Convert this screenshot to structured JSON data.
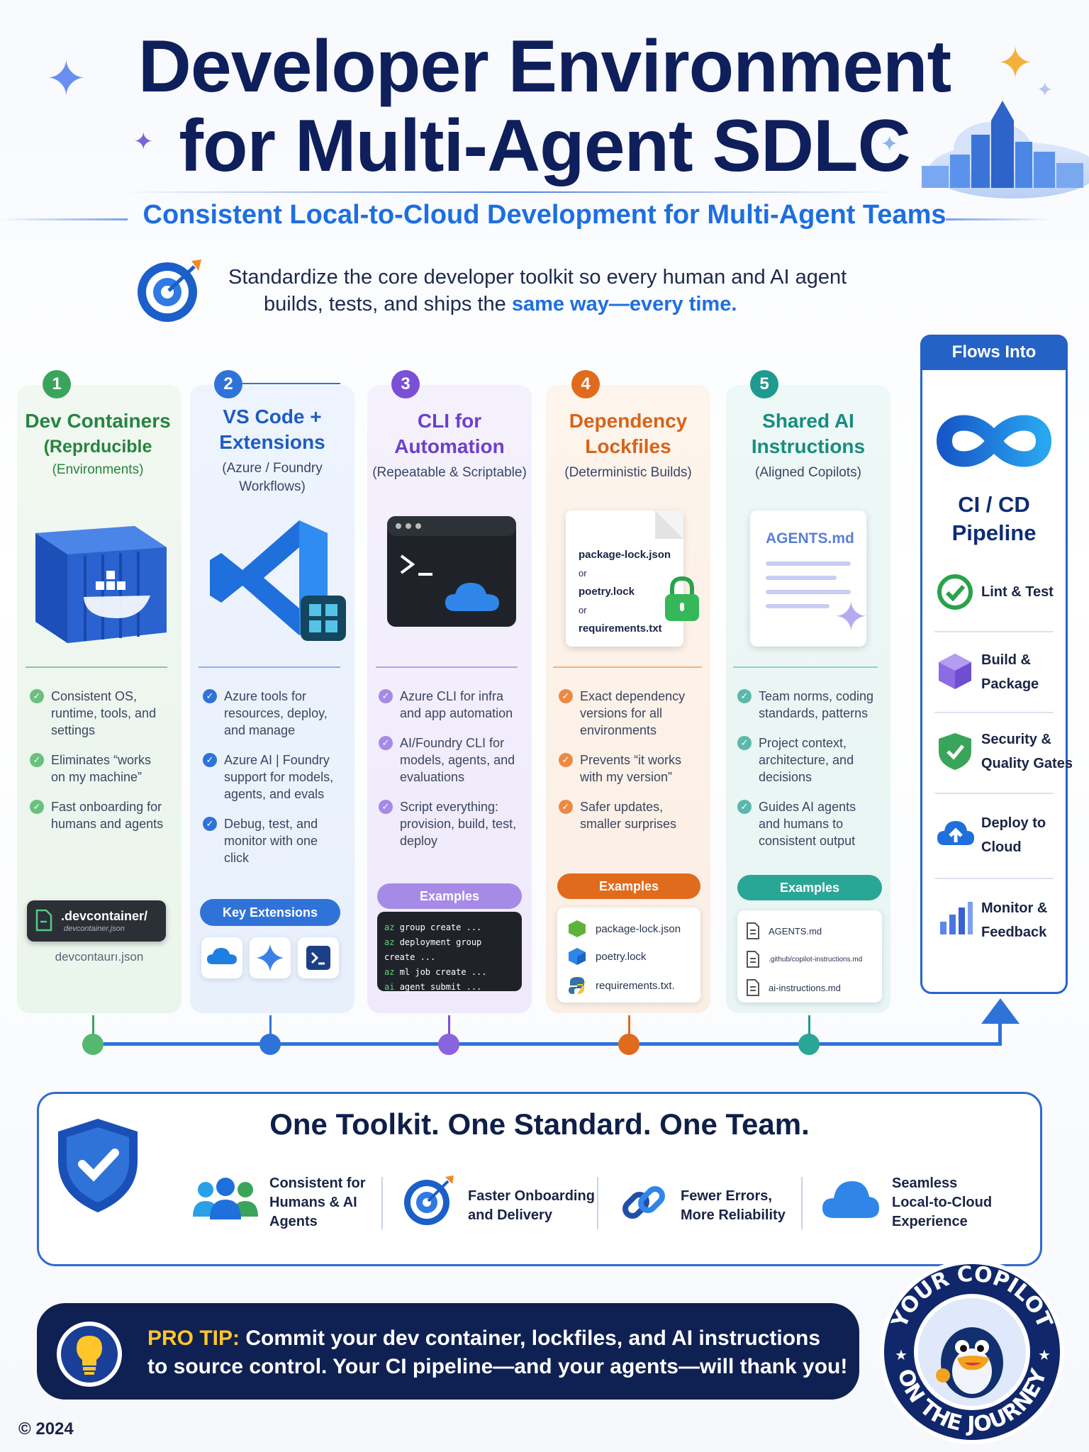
{
  "header": {
    "title_line1": "Developer Environment",
    "title_line2": "for Multi-Agent SDLC",
    "subtitle": "Consistent Local-to-Cloud Development for Multi-Agent Teams",
    "intro_line1": "Standardize the core developer toolkit so every human and AI agent",
    "intro_line2_plain": "builds, tests, and ships the ",
    "intro_line2_highlight": "same way—every time."
  },
  "columns": [
    {
      "number": "1",
      "title_line1": "Dev Containers",
      "title_line2": "(Reprducible",
      "sub": "(Environments)",
      "bullets": [
        "Consistent OS, runtime, tools, and settings",
        "Eliminates “works on my machine”",
        "Fast onboarding for humans and agents"
      ],
      "file_label": ".devcontainer/",
      "file_sub": "devcontainer.json",
      "file_caption": "devcontaurı.json"
    },
    {
      "number": "2",
      "title_line1": "VS Code +",
      "title_line2": "Extensions",
      "sub": "(Azure / Foundry Workflows)",
      "bullets": [
        "Azure tools for resources, deploy, and manage",
        "Azure AI | Foundry support for models, agents, and evals",
        "Debug, test, and monitor with one click"
      ],
      "pill": "Key Extensions"
    },
    {
      "number": "3",
      "title_line1": "CLI for",
      "title_line2": "Automation",
      "sub": "(Repeatable & Scriptable)",
      "bullets": [
        "Azure CLI for infra and app automation",
        "AI/Foundry CLI for models, agents, and evaluations",
        "Script everything: provision, build, test, deploy"
      ],
      "pill": "Examples",
      "commands": [
        {
          "cmd": "az",
          "rest": "group create ..."
        },
        {
          "cmd": "az",
          "rest": "deployment group create ..."
        },
        {
          "cmd": "az",
          "rest": "ml job create ..."
        },
        {
          "cmd": "ai",
          "rest": "agent submit ..."
        }
      ]
    },
    {
      "number": "4",
      "title_line1": "Dependency",
      "title_line2": "Lockfiles",
      "sub": "(Deterministic Builds)",
      "doc_lines": [
        "package-lock.json",
        "or",
        "poetry.lock",
        "or",
        "requirements.txt"
      ],
      "bullets": [
        "Exact dependency versions for all environments",
        "Prevents “it works with my version”",
        "Safer updates, smaller surprises"
      ],
      "pill": "Examples",
      "examples": [
        "package-lock.json",
        "poetry.lock",
        "requirements.txt."
      ]
    },
    {
      "number": "5",
      "title_line1": "Shared AI",
      "title_line2": "Instructions",
      "sub": "(Aligned Copilots)",
      "doc_title": "AGENTS.md",
      "bullets": [
        "Team norms, coding standards, patterns",
        "Project context, architecture, and decisions",
        "Guides AI agents and humans to consistent output"
      ],
      "pill": "Examples",
      "examples": [
        "AGENTS.md",
        ".github/copilot-instructions.md",
        "ai-instructions.md"
      ]
    }
  ],
  "pipeline": {
    "header": "Flows Into",
    "title_line1": "CI / CD",
    "title_line2": "Pipeline",
    "stages": [
      {
        "line1": "Lint & Test",
        "line2": ""
      },
      {
        "line1": "Build &",
        "line2": "Package"
      },
      {
        "line1": "Security &",
        "line2": "Quality Gates"
      },
      {
        "line1": "Deploy to",
        "line2": "Cloud"
      },
      {
        "line1": "Monitor &",
        "line2": "Feedback"
      }
    ]
  },
  "summary": {
    "title": "One Toolkit. One Standard. One Team.",
    "benefits": [
      {
        "line1": "Consistent for",
        "line2": "Humans & AI",
        "line3": "Agents"
      },
      {
        "line1": "Faster Onboarding",
        "line2": "and Delivery",
        "line3": ""
      },
      {
        "line1": "Fewer Errors,",
        "line2": "More Reliability",
        "line3": ""
      },
      {
        "line1": "Seamless",
        "line2": "Local-to-Cloud",
        "line3": "Experience"
      }
    ]
  },
  "tip": {
    "label": "PRO TIP:",
    "line1_rest": " Commit your dev container, lockfiles, and AI instructions",
    "line2": "to source control. Your CI pipeline—and your agents—will thank you!"
  },
  "badge": {
    "top_text": "YOUR COPILOT",
    "bottom_text": "ON THE JOURNEY"
  },
  "footer": {
    "copyright": "© 2024"
  },
  "colors": {
    "col1": "#3aa55a",
    "col2": "#2f73d9",
    "col3": "#7b4fd6",
    "col4": "#e06b1c",
    "col5": "#1e9b8e",
    "navy": "#0f2152",
    "accent": "#1d6fe0"
  },
  "icons": [
    "sparkle-icon",
    "target-icon",
    "docker-icon",
    "vscode-icon",
    "terminal-icon",
    "cloud-icon",
    "lock-icon",
    "document-icon",
    "infinity-icon",
    "check-icon",
    "cube-icon",
    "shield-icon",
    "cloud-upload-icon",
    "bar-chart-icon",
    "people-icon",
    "link-icon",
    "lightbulb-icon",
    "mascot-icon"
  ]
}
